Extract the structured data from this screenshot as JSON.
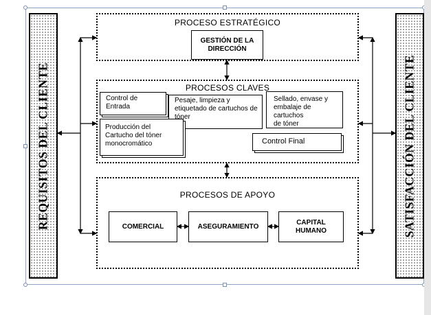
{
  "left_panel": {
    "label": "REQUISITOS DEL CLIENTE"
  },
  "right_panel": {
    "label": "SATISFACCIÓN DEL CLIENTE"
  },
  "strategic": {
    "title": "PROCESO ESTRATÉGICO",
    "box_line1": "GESTIÓN DE LA",
    "box_line2": "DIRECCIÓN"
  },
  "key": {
    "title": "PROCESOS CLAVES",
    "control_entrada_1": "Control de",
    "control_entrada_2": "Entrada",
    "pesaje_1": "Pesaje, limpieza y",
    "pesaje_2": "etiquetado de cartuchos de",
    "pesaje_3": "tóner",
    "sellado_1": "Sellado, envase y",
    "sellado_2": "embalaje de cartuchos",
    "sellado_3": "de tóner",
    "produccion_1": "Producción del",
    "produccion_2": "Cartucho del tóner",
    "produccion_3": "monocromático",
    "control_final": "Control Final"
  },
  "support": {
    "title": "PROCESOS DE APOYO",
    "comercial": "COMERCIAL",
    "aseguramiento": "ASEGURAMIENTO",
    "capital_1": "CAPITAL",
    "capital_2": "HUMANO"
  }
}
